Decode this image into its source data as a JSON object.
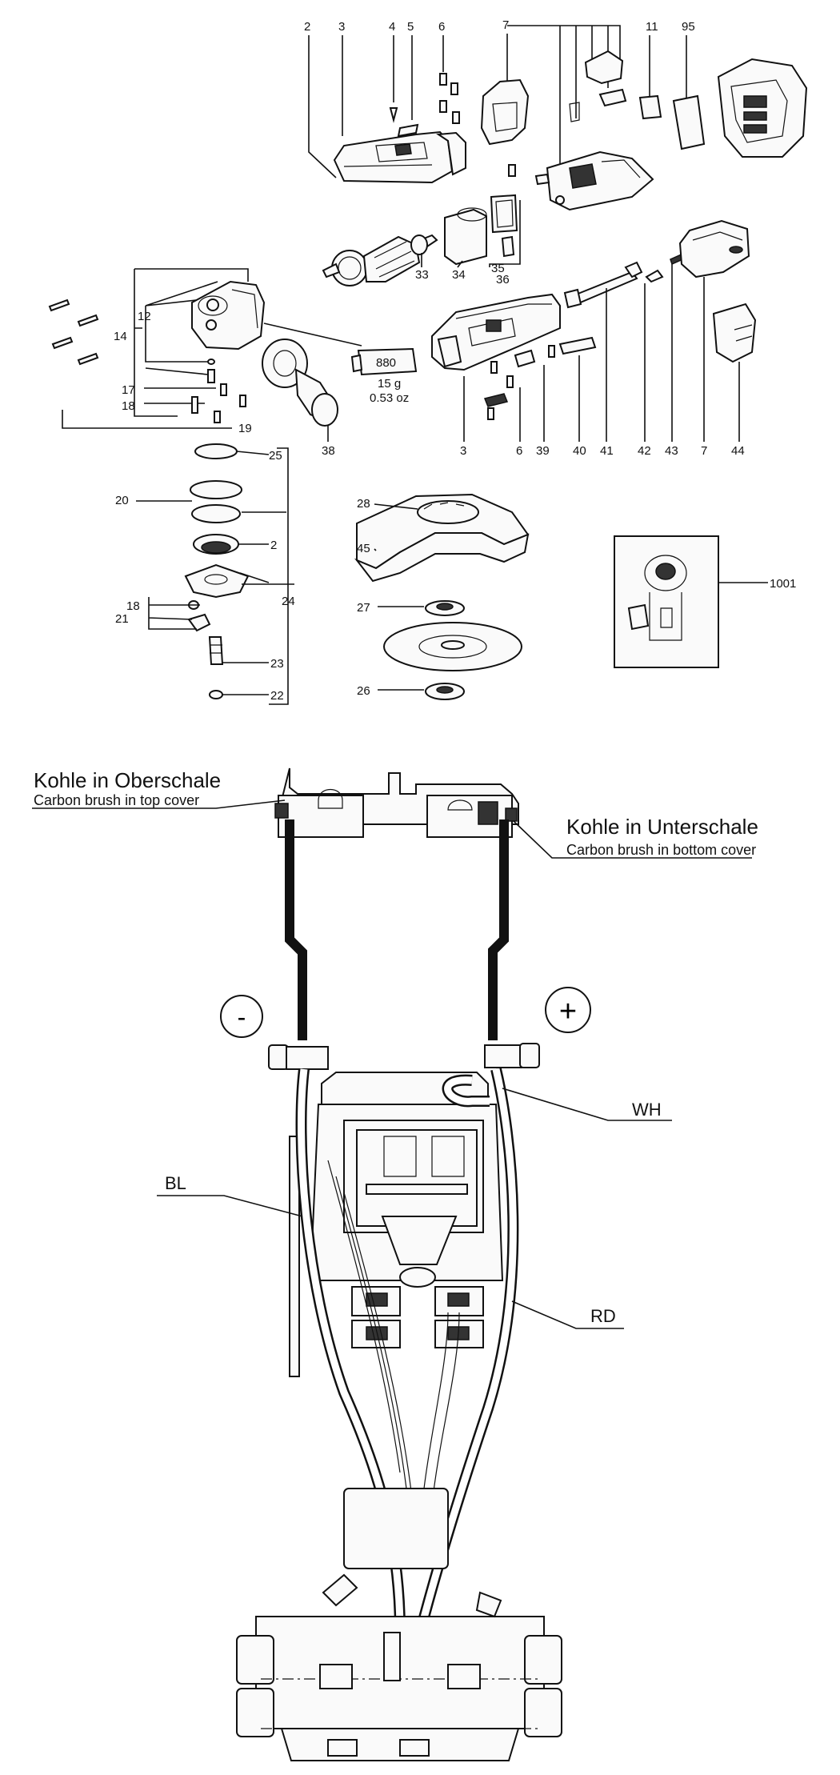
{
  "part_numbers": [
    "2",
    "3",
    "4",
    "5",
    "6",
    "7",
    "11",
    "95",
    "12",
    "14",
    "33",
    "34",
    "35",
    "36",
    "17",
    "18",
    "19",
    "880",
    "15 g",
    "0.53  oz",
    "38",
    "3",
    "6",
    "39",
    "40",
    "41",
    "42",
    "43",
    "7",
    "44",
    "25",
    "20",
    "2",
    "24",
    "18",
    "21",
    "23",
    "22",
    "28",
    "45",
    "27",
    "26",
    "1001"
  ],
  "wiring": {
    "top_brush_de": "Kohle in Oberschale",
    "top_brush_en": "Carbon brush in top cover",
    "bottom_brush_de": "Kohle in Unterschale",
    "bottom_brush_en": "Carbon brush in bottom cover",
    "minus": "-",
    "plus": "+",
    "wire_white": "WH",
    "wire_blue": "BL",
    "wire_red": "RD"
  }
}
